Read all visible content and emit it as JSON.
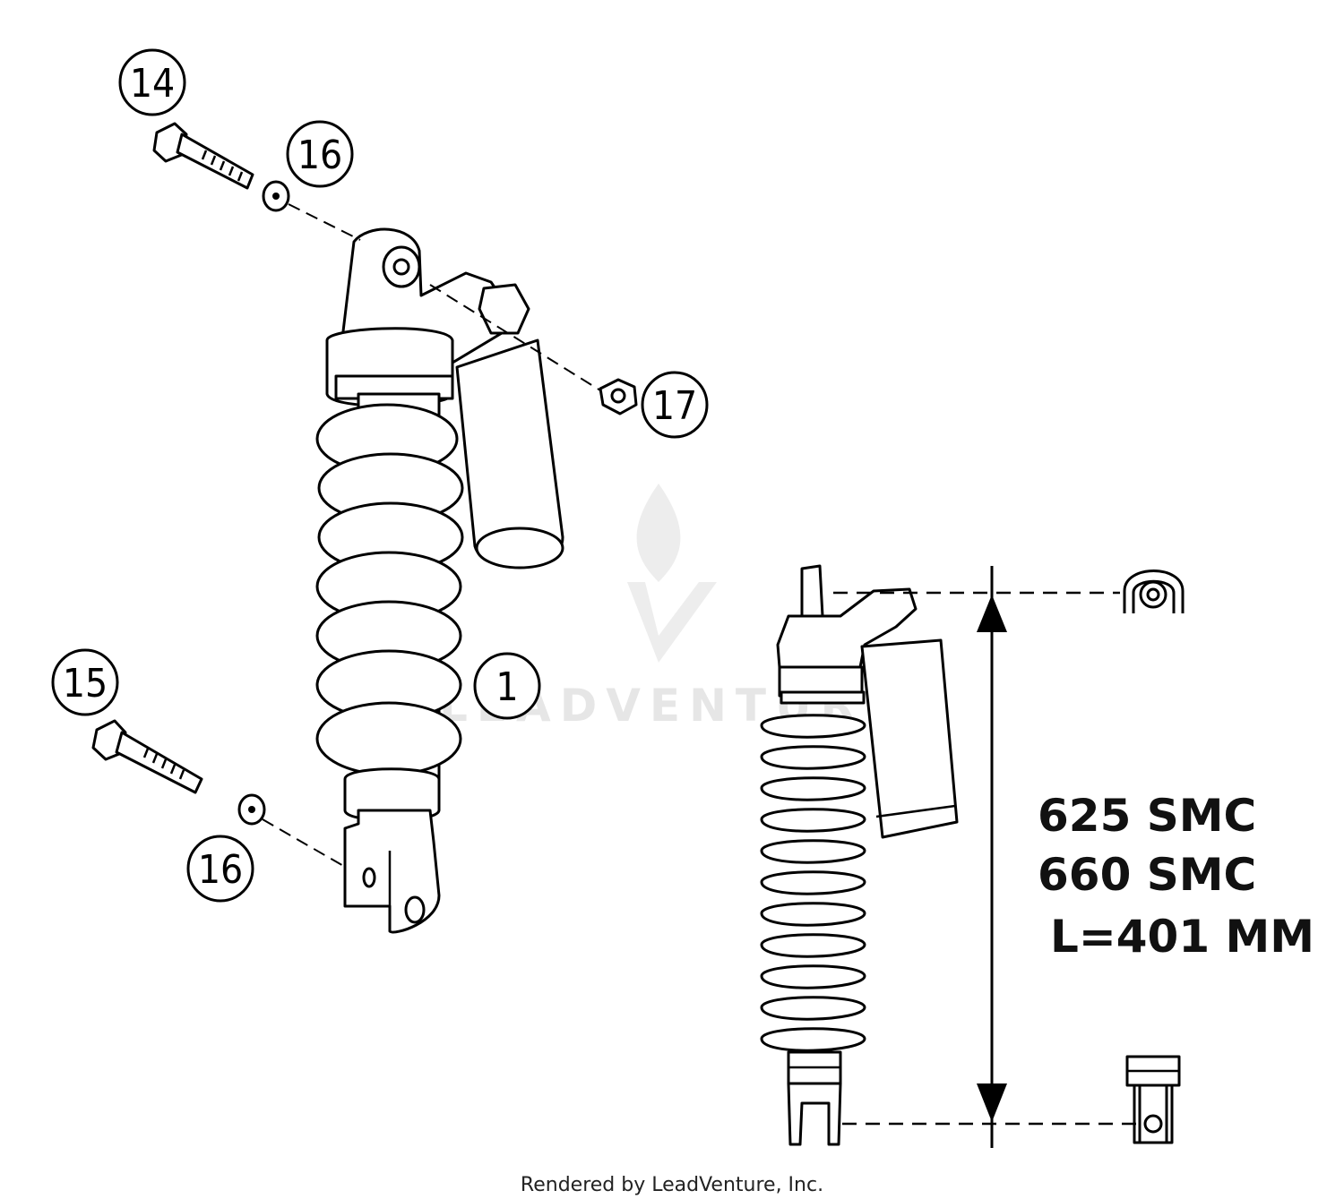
{
  "diagram": {
    "callouts": [
      {
        "id": "c14",
        "label": "14"
      },
      {
        "id": "c16a",
        "label": "16"
      },
      {
        "id": "c17",
        "label": "17"
      },
      {
        "id": "c1",
        "label": "1"
      },
      {
        "id": "c15",
        "label": "15"
      },
      {
        "id": "c16b",
        "label": "16"
      }
    ],
    "spec": {
      "line1": "625 SMC",
      "line2": "660 SMC",
      "line3": "L=401 MM"
    },
    "watermark": "LEADVENTURE",
    "footer": "Rendered by LeadVenture, Inc."
  }
}
